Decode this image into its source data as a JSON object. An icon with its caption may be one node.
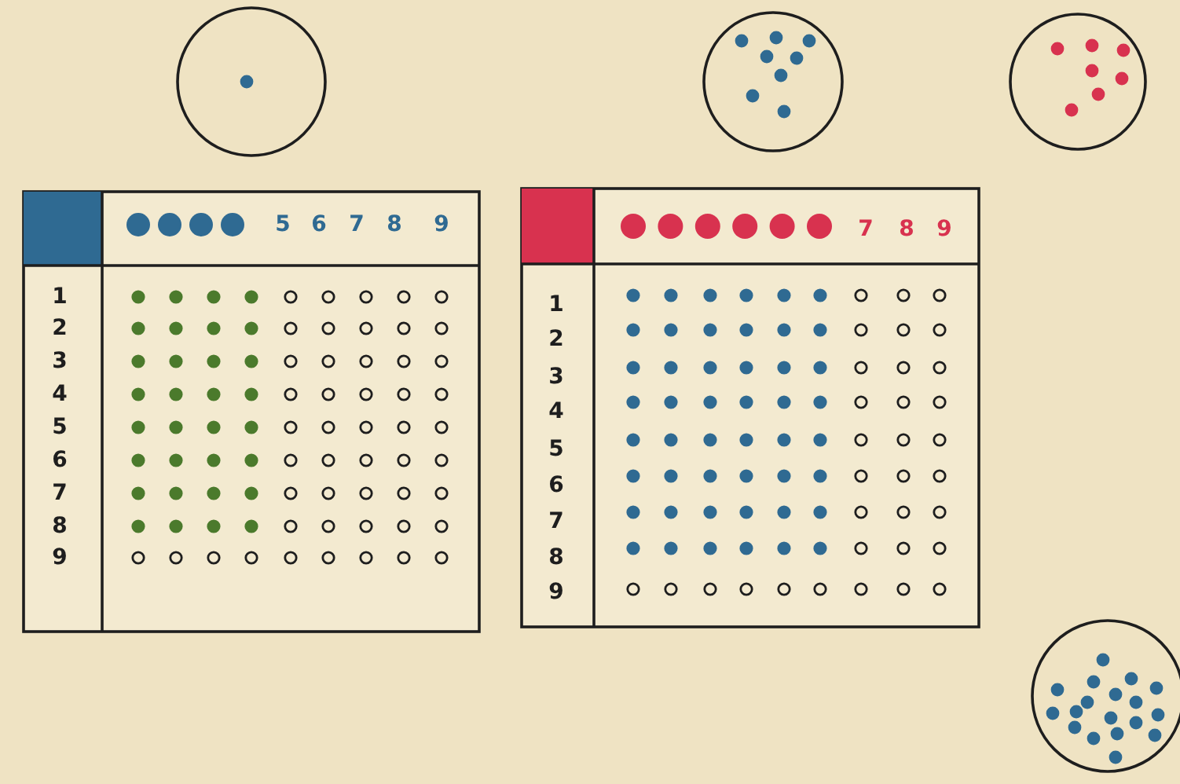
{
  "diagram": {
    "labels": [
      "5",
      "6",
      "7",
      "8",
      "9",
      "1",
      "2",
      "3",
      "4",
      "5",
      "6",
      "7",
      "8",
      "9",
      "7",
      "8",
      "9",
      "1",
      "2",
      "3",
      "4",
      "5",
      "6",
      "7",
      "8",
      "9"
    ]
  }
}
